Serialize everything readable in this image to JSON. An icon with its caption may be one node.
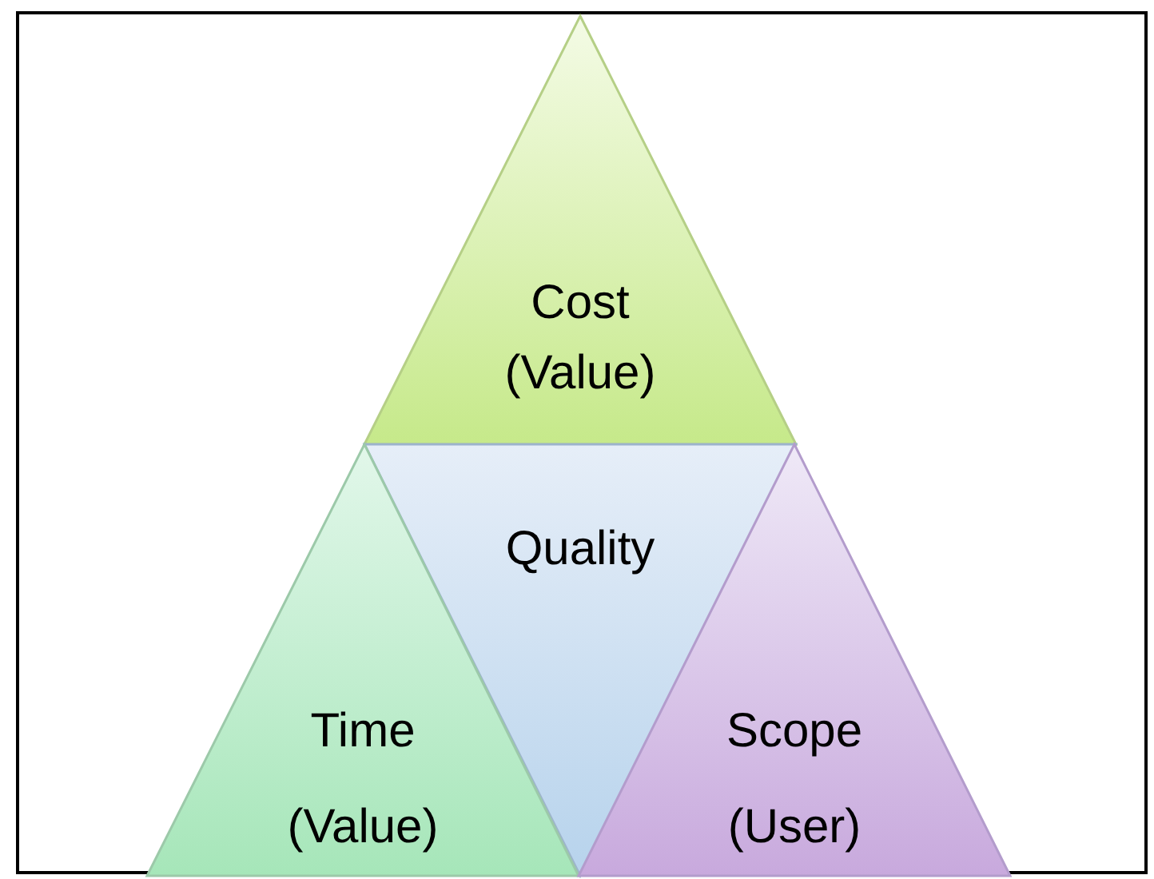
{
  "diagram": {
    "nodes": [
      {
        "text": [
          "Cost (Value)"
        ]
      },
      {
        "text": [
          "Quality"
        ]
      },
      {
        "text": [
          "Time (Value)"
        ]
      },
      {
        "text": [
          "Scope (User)"
        ]
      }
    ]
  }
}
